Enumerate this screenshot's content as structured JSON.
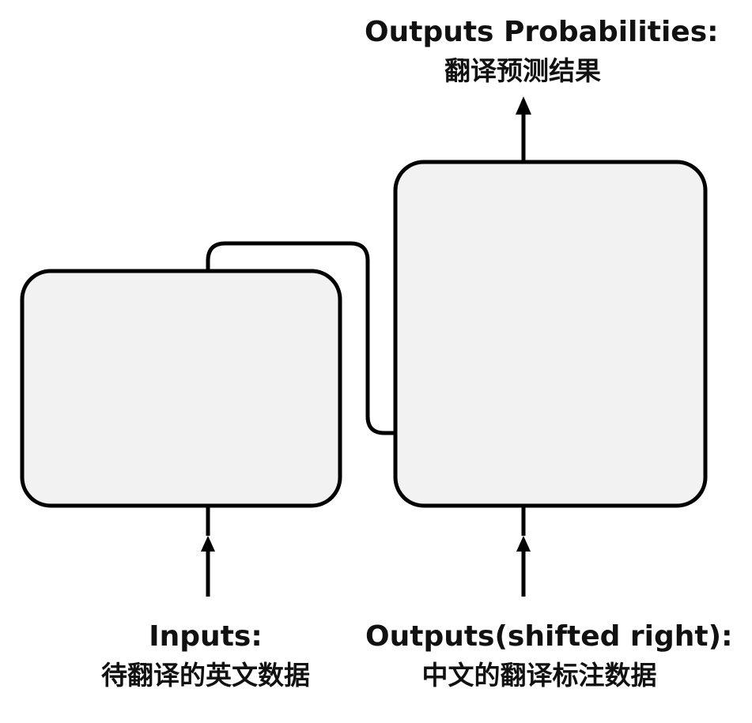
{
  "labels": {
    "outputs_probabilities": {
      "en": "Outputs Probabilities:",
      "zh": "翻译预测结果"
    },
    "inputs": {
      "en": "Inputs:",
      "zh": "待翻译的英文数据"
    },
    "outputs_shifted": {
      "en": "Outputs(shifted right):",
      "zh": "中文的翻译标注数据"
    }
  },
  "blocks": {
    "encoder": "encoder-block",
    "decoder": "decoder-block"
  },
  "colors": {
    "block_fill": "#f2f2f2",
    "stroke": "#000000",
    "text": "#111111"
  }
}
